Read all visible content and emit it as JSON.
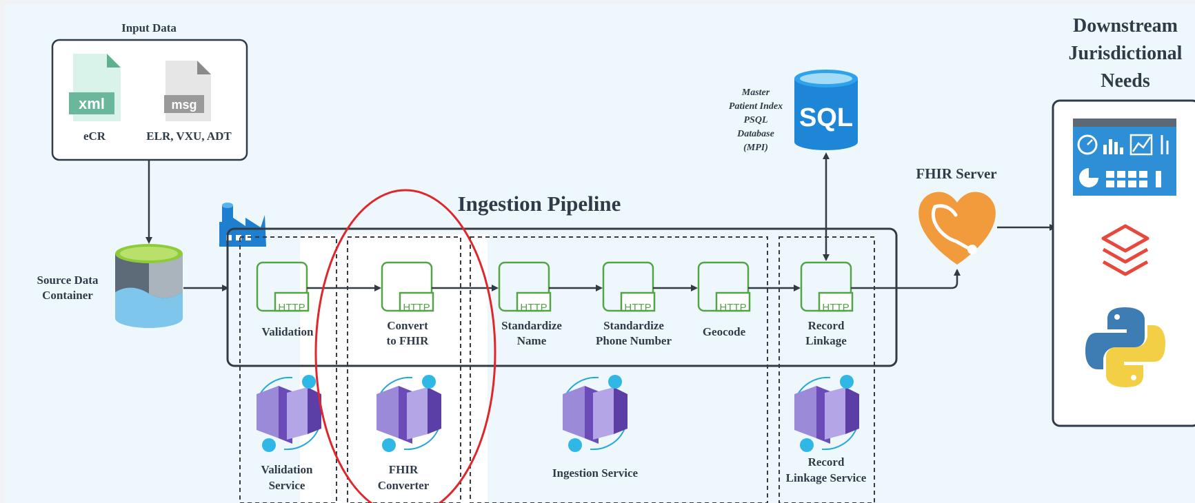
{
  "input": {
    "title": "Input Data",
    "files": [
      {
        "ext": "xml",
        "label": "eCR",
        "icon": "xml-file-icon",
        "color": "#6ab79b"
      },
      {
        "ext": "msg",
        "label": "ELR, VXU, ADT",
        "icon": "msg-file-icon",
        "color": "#9a9a9a"
      }
    ]
  },
  "source": {
    "label_line1": "Source Data",
    "label_line2": "Container",
    "icon": "data-lake-icon"
  },
  "mpi": {
    "lines": [
      "Master",
      "Patient Index",
      "PSQL",
      "Database",
      "(MPI)"
    ],
    "icon_text": "SQL"
  },
  "pipeline": {
    "title": "Ingestion Pipeline",
    "http_label": "HTTP",
    "steps": [
      {
        "line1": "Validation",
        "line2": ""
      },
      {
        "line1": "Convert",
        "line2": "to FHIR"
      },
      {
        "line1": "Standardize",
        "line2": "Name"
      },
      {
        "line1": "Standardize",
        "line2": "Phone Number"
      },
      {
        "line1": "Geocode",
        "line2": ""
      },
      {
        "line1": "Record",
        "line2": "Linkage"
      }
    ]
  },
  "services": [
    {
      "line1": "Validation",
      "line2": "Service"
    },
    {
      "line1": "FHIR",
      "line2": "Converter"
    },
    {
      "line1": "Ingestion Service",
      "line2": ""
    },
    {
      "line1": "Record",
      "line2": "Linkage Service"
    }
  ],
  "fhir_server": {
    "label": "FHIR Server",
    "icon": "fhir-heart-stethoscope-icon"
  },
  "downstream": {
    "title_lines": [
      "Downstream",
      "Jurisdictional",
      "Needs"
    ],
    "icons": [
      "dashboard-icon",
      "databricks-icon",
      "python-icon"
    ]
  },
  "colors": {
    "http_green": "#52a447",
    "highlight_red": "#e0262b",
    "arrow": "#333a42",
    "container_purple": "#7b5cc6",
    "sql_blue": "#1d86d6",
    "fhir_orange": "#f19b3c",
    "databricks_red": "#e8483b"
  }
}
